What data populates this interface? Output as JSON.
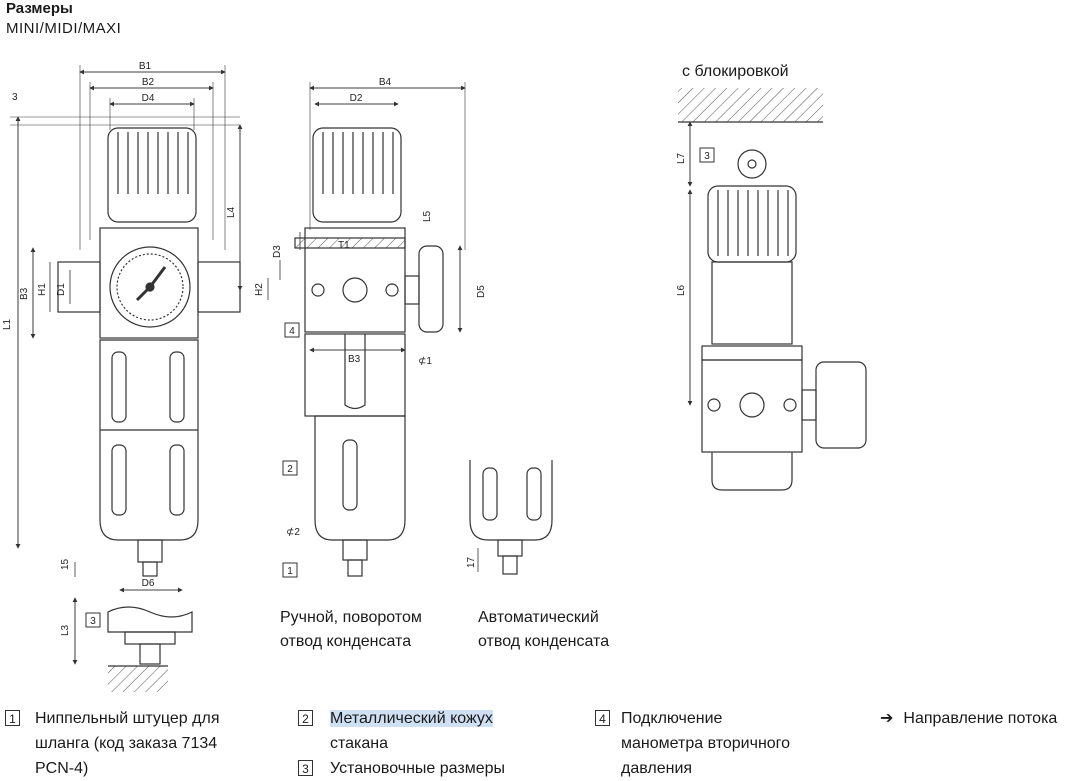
{
  "header": {
    "title": "Размеры",
    "subtitle": "MINI/MIDI/MAXI"
  },
  "views": {
    "blocking_label": "с блокировкой",
    "manual_caption_1": "Ручной, поворотом",
    "manual_caption_2": "отвод конденсата",
    "auto_caption_1": "Автоматический",
    "auto_caption_2": "отвод конденсата"
  },
  "dimensions": {
    "b1": "B1",
    "b2": "B2",
    "d4": "D4",
    "b4": "B4",
    "d2": "D2",
    "b3": "B3",
    "l1": "L1",
    "l3": "L3",
    "l4": "L4",
    "l5": "L5",
    "l6": "L6",
    "l7": "L7",
    "d1": "D1",
    "d3": "D3",
    "d5": "D5",
    "d6": "D6",
    "h1": "H1",
    "h2": "H2",
    "t1": "T1",
    "three": "3",
    "fifteen": "15",
    "seventeen": "17",
    "s1": "⊄1",
    "s2": "⊄2"
  },
  "callouts": {
    "n1": "1",
    "n2": "2",
    "n3": "3",
    "n4": "4"
  },
  "legend": {
    "item1_num": "1",
    "item1_lines": [
      "Ниппельный штуцер для",
      "шланга (код заказа 7134",
      "PCN-4)"
    ],
    "item2_num": "2",
    "item2_line1": "Металлический кожух",
    "item2_line2": "стакана",
    "item3_num": "3",
    "item3_text": "Установочные размеры",
    "item4_num": "4",
    "item4_lines": [
      "Подключение",
      "манометра вторичного",
      "давления"
    ],
    "arrow_icon": "➔",
    "arrow_text": "Направление потока"
  }
}
